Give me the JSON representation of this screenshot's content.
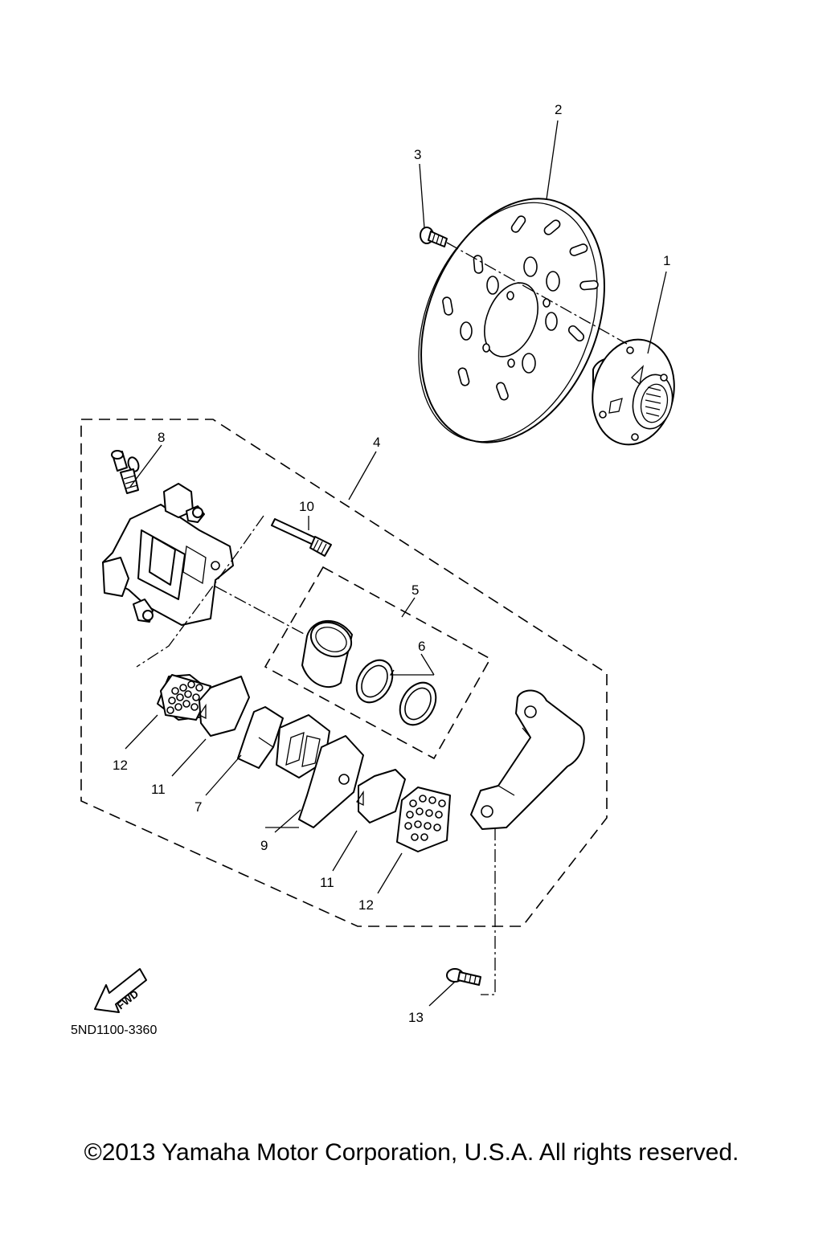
{
  "callouts": {
    "c1": "1",
    "c2": "2",
    "c3": "3",
    "c4": "4",
    "c5": "5",
    "c6": "6",
    "c7": "7",
    "c8": "8",
    "c9": "9",
    "c10": "10",
    "c11a": "11",
    "c11b": "11",
    "c12a": "12",
    "c12b": "12",
    "c13": "13"
  },
  "fwd_label": "FWD",
  "diagram_code": "5ND1100-3360",
  "copyright": "©2013 Yamaha Motor Corporation, U.S.A. All rights reserved."
}
